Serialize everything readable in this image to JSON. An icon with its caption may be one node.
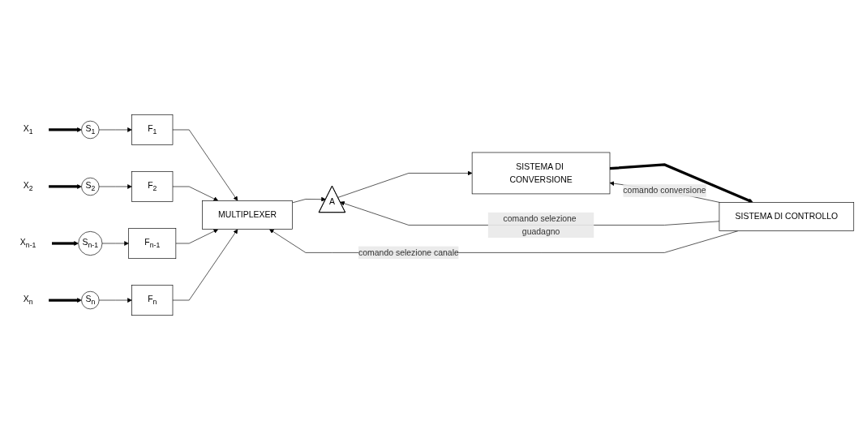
{
  "diagram": {
    "nodes": [
      {
        "text": [
          "X$_{1}$"
        ]
      },
      {
        "text": [
          "S$_{1}$"
        ]
      },
      {
        "text": [
          "F$_{1}$"
        ]
      },
      {
        "text": [
          "X$_{2}$"
        ]
      },
      {
        "text": [
          "S$_{2}$"
        ]
      },
      {
        "text": [
          "F$_{2}$"
        ]
      },
      {
        "text": [
          "X$_{n-1}$"
        ]
      },
      {
        "text": [
          "S$_{n-1}$"
        ]
      },
      {
        "text": [
          "F$_{n-1}$"
        ]
      },
      {
        "text": [
          "X$_{n}$"
        ]
      },
      {
        "text": [
          "S$_{n}$"
        ]
      },
      {
        "text": [
          "F$_{n}$"
        ]
      },
      {
        "text": [
          "MULTIPLEXER"
        ]
      },
      {
        "text": [
          "A"
        ]
      },
      {
        "text": [
          "SISTEMA DI CONVERSIONE"
        ]
      },
      {
        "text": [
          "SISTEMA DI CONTROLLO"
        ]
      }
    ],
    "edges": [
      {
        "from": 0,
        "to": 1,
        "arrow": "to",
        "style": "thick"
      },
      {
        "from": 1,
        "to": 2,
        "arrow": "to"
      },
      {
        "from": 2,
        "to": 12,
        "arrow": "to"
      },
      {
        "from": 3,
        "to": 4,
        "arrow": "to",
        "style": "thick"
      },
      {
        "from": 4,
        "to": 5,
        "arrow": "to"
      },
      {
        "from": 5,
        "to": 12,
        "arrow": "to"
      },
      {
        "from": 6,
        "to": 7,
        "arrow": "to",
        "style": "thick"
      },
      {
        "from": 7,
        "to": 8,
        "arrow": "to"
      },
      {
        "from": 8,
        "to": 12,
        "arrow": "to"
      },
      {
        "from": 9,
        "to": 10,
        "arrow": "to",
        "style": "thick"
      },
      {
        "from": 10,
        "to": 11,
        "arrow": "to"
      },
      {
        "from": 11,
        "to": 12,
        "arrow": "to"
      },
      {
        "from": 12,
        "to": 13,
        "arrow": "to"
      },
      {
        "from": 13,
        "to": 14,
        "arrow": "to"
      },
      {
        "from": 14,
        "to": 15,
        "arrow": "to",
        "style": "thick"
      },
      {
        "from": 15,
        "to": 14,
        "arrow": "to",
        "label": "comando conversione"
      },
      {
        "from": 15,
        "to": 13,
        "arrow": "to",
        "label": "comando selezione guadagno"
      },
      {
        "from": 15,
        "to": 12,
        "arrow": "to",
        "label": "comando selezione canale"
      }
    ]
  }
}
